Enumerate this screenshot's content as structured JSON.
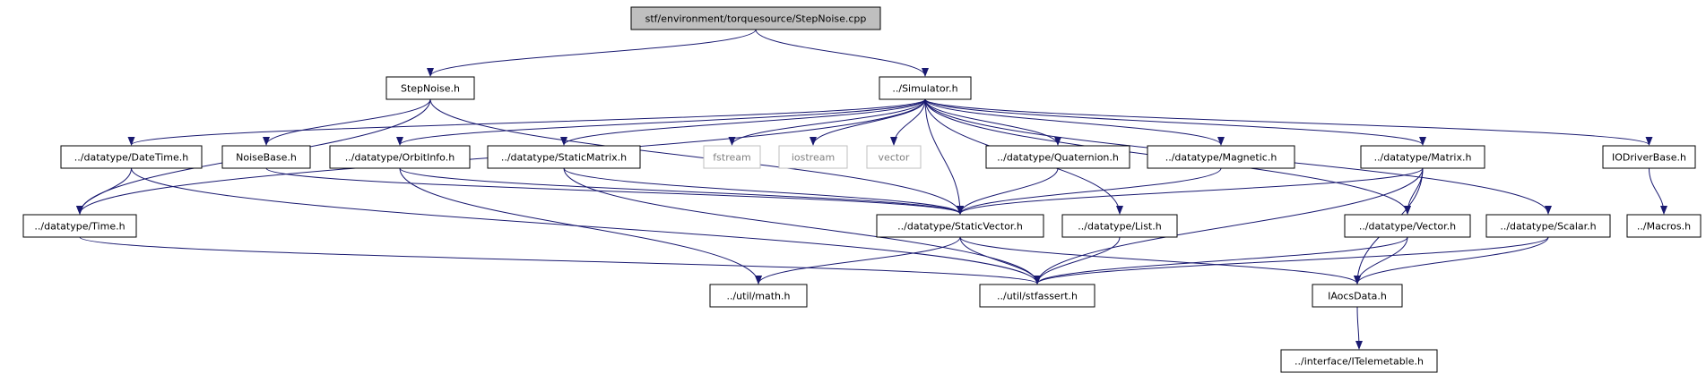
{
  "nodes": [
    {
      "id": "root",
      "label": "stf/environment/torquesource/StepNoise.cpp",
      "style": "root"
    },
    {
      "id": "stepnoise",
      "label": "StepNoise.h",
      "style": "normal"
    },
    {
      "id": "simulator",
      "label": "../Simulator.h",
      "style": "normal"
    },
    {
      "id": "datetime",
      "label": "../datatype/DateTime.h",
      "style": "normal"
    },
    {
      "id": "noisebase",
      "label": "NoiseBase.h",
      "style": "normal"
    },
    {
      "id": "orbitinfo",
      "label": "../datatype/OrbitInfo.h",
      "style": "normal"
    },
    {
      "id": "staticmatrix",
      "label": "../datatype/StaticMatrix.h",
      "style": "normal"
    },
    {
      "id": "fstream",
      "label": "fstream",
      "style": "system"
    },
    {
      "id": "iostream",
      "label": "iostream",
      "style": "system"
    },
    {
      "id": "vector",
      "label": "vector",
      "style": "system"
    },
    {
      "id": "quaternion",
      "label": "../datatype/Quaternion.h",
      "style": "normal"
    },
    {
      "id": "magnetic",
      "label": "../datatype/Magnetic.h",
      "style": "normal"
    },
    {
      "id": "matrix",
      "label": "../datatype/Matrix.h",
      "style": "normal"
    },
    {
      "id": "iodriverbase",
      "label": "IODriverBase.h",
      "style": "normal"
    },
    {
      "id": "time",
      "label": "../datatype/Time.h",
      "style": "normal"
    },
    {
      "id": "staticvector",
      "label": "../datatype/StaticVector.h",
      "style": "normal"
    },
    {
      "id": "list",
      "label": "../datatype/List.h",
      "style": "normal"
    },
    {
      "id": "vectorh",
      "label": "../datatype/Vector.h",
      "style": "normal"
    },
    {
      "id": "scalar",
      "label": "../datatype/Scalar.h",
      "style": "normal"
    },
    {
      "id": "macros",
      "label": "../Macros.h",
      "style": "normal"
    },
    {
      "id": "math",
      "label": "../util/math.h",
      "style": "normal"
    },
    {
      "id": "stfassert",
      "label": "../util/stfassert.h",
      "style": "normal"
    },
    {
      "id": "iaocsdata",
      "label": "IAocsData.h",
      "style": "normal"
    },
    {
      "id": "itelemetable",
      "label": "../interface/ITelemetable.h",
      "style": "normal"
    }
  ],
  "edges": [
    [
      "root",
      "stepnoise"
    ],
    [
      "root",
      "simulator"
    ],
    [
      "stepnoise",
      "noisebase"
    ],
    [
      "stepnoise",
      "time"
    ],
    [
      "stepnoise",
      "staticvector"
    ],
    [
      "simulator",
      "datetime"
    ],
    [
      "simulator",
      "orbitinfo"
    ],
    [
      "simulator",
      "staticmatrix"
    ],
    [
      "simulator",
      "fstream"
    ],
    [
      "simulator",
      "iostream"
    ],
    [
      "simulator",
      "vector"
    ],
    [
      "simulator",
      "quaternion"
    ],
    [
      "simulator",
      "magnetic"
    ],
    [
      "simulator",
      "matrix"
    ],
    [
      "simulator",
      "iodriverbase"
    ],
    [
      "simulator",
      "time"
    ],
    [
      "simulator",
      "staticvector"
    ],
    [
      "simulator",
      "list"
    ],
    [
      "simulator",
      "vectorh"
    ],
    [
      "simulator",
      "scalar"
    ],
    [
      "datetime",
      "time"
    ],
    [
      "datetime",
      "stfassert"
    ],
    [
      "noisebase",
      "staticvector"
    ],
    [
      "orbitinfo",
      "staticvector"
    ],
    [
      "orbitinfo",
      "math"
    ],
    [
      "staticmatrix",
      "staticvector"
    ],
    [
      "staticmatrix",
      "stfassert"
    ],
    [
      "quaternion",
      "staticvector"
    ],
    [
      "magnetic",
      "staticvector"
    ],
    [
      "matrix",
      "staticvector"
    ],
    [
      "matrix",
      "vectorh"
    ],
    [
      "matrix",
      "iaocsdata"
    ],
    [
      "matrix",
      "stfassert"
    ],
    [
      "iodriverbase",
      "macros"
    ],
    [
      "time",
      "stfassert"
    ],
    [
      "staticvector",
      "math"
    ],
    [
      "staticvector",
      "stfassert"
    ],
    [
      "staticvector",
      "iaocsdata"
    ],
    [
      "list",
      "stfassert"
    ],
    [
      "vectorh",
      "stfassert"
    ],
    [
      "vectorh",
      "iaocsdata"
    ],
    [
      "scalar",
      "stfassert"
    ],
    [
      "scalar",
      "iaocsdata"
    ],
    [
      "iaocsdata",
      "itelemetable"
    ]
  ],
  "colors": {
    "edge": "#191970",
    "root_fill": "#bfbfbf",
    "node_border": "#000000",
    "system_border": "#bfbfbf",
    "system_text": "#808080",
    "text": "#000000"
  }
}
